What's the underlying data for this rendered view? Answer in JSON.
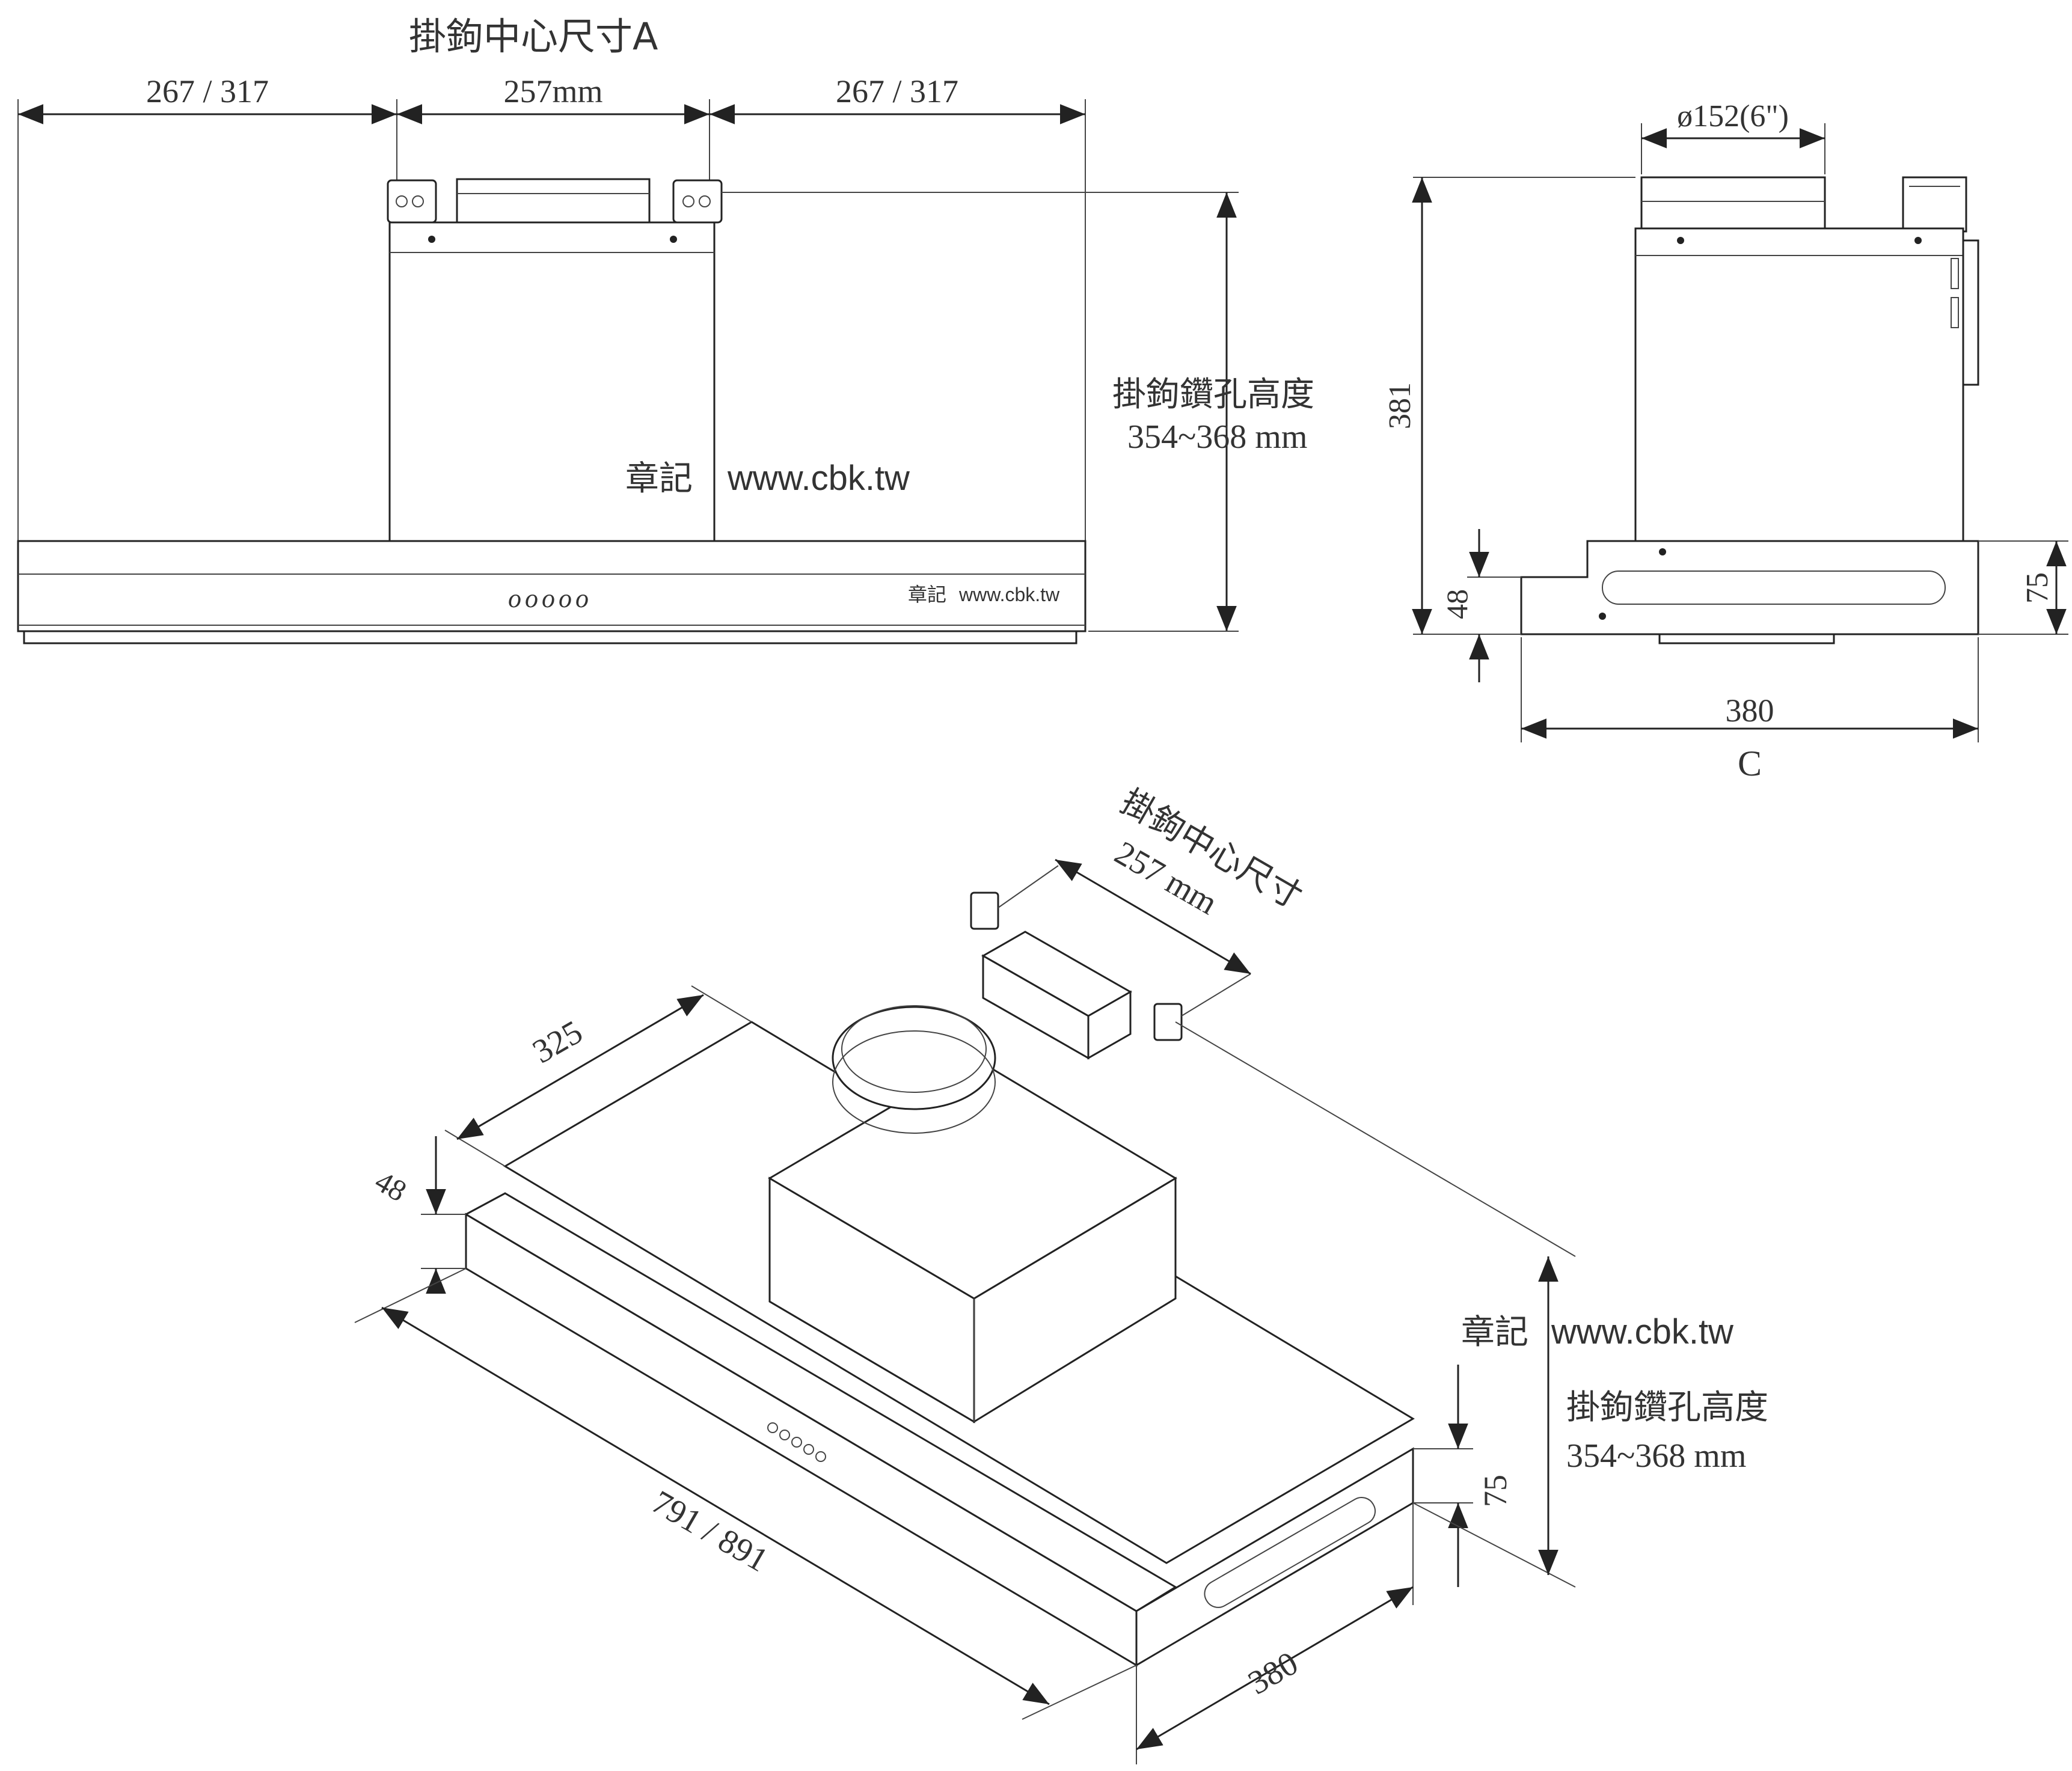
{
  "front_view": {
    "title": "掛鉤中心尺寸A",
    "dim_left": "267 / 317",
    "dim_center": "257mm",
    "dim_right": "267 / 317",
    "height_label_1": "掛鉤鑽孔高度",
    "height_label_2": "354~368 mm",
    "control_buttons": "ooooo"
  },
  "side_view": {
    "duct_diameter": "ø152(6\")",
    "height_total": "381",
    "height_front": "48",
    "height_body": "75",
    "depth": "380",
    "view_label": "C"
  },
  "iso_view": {
    "hook_label": "掛鉤中心尺寸",
    "hook_dim": "257 mm",
    "depth_top": "325",
    "front_height": "48",
    "width": "791 / 891",
    "depth_bottom": "380",
    "body_height": "75",
    "height_label_1": "掛鉤鑽孔高度",
    "height_label_2": "354~368 mm"
  },
  "watermarks": {
    "prefix": "章記",
    "url": "www.cbk.tw"
  }
}
